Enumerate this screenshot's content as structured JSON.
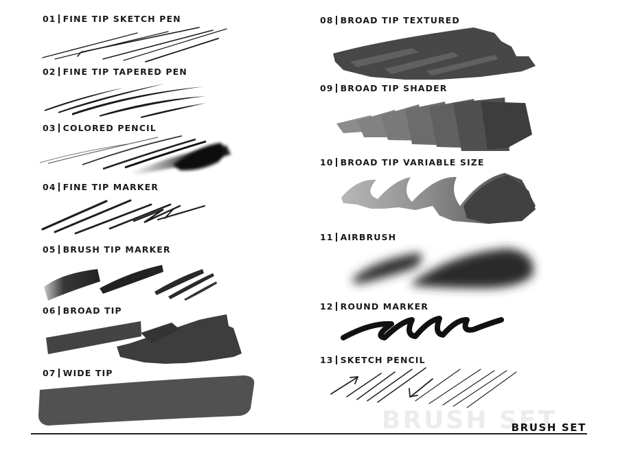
{
  "brushes": [
    {
      "num": "01",
      "name": "FINE TIP SKETCH PEN"
    },
    {
      "num": "02",
      "name": "FINE TIP TAPERED PEN"
    },
    {
      "num": "03",
      "name": "COLORED PENCIL"
    },
    {
      "num": "04",
      "name": "FINE TIP MARKER"
    },
    {
      "num": "05",
      "name": "BRUSH TIP MARKER"
    },
    {
      "num": "06",
      "name": "BROAD TIP"
    },
    {
      "num": "07",
      "name": "WIDE TIP"
    },
    {
      "num": "08",
      "name": "BROAD TIP TEXTURED"
    },
    {
      "num": "09",
      "name": "BROAD TIP SHADER"
    },
    {
      "num": "10",
      "name": "BROAD TIP VARIABLE SIZE"
    },
    {
      "num": "11",
      "name": "AIRBRUSH"
    },
    {
      "num": "12",
      "name": "ROUND MARKER"
    },
    {
      "num": "13",
      "name": "SKETCH PENCIL"
    }
  ],
  "footer": {
    "title": "BRUSH SET",
    "watermark": "BRUSH SET"
  },
  "colors": {
    "ink": "#1a1a1a",
    "dark_gray": "#4a4a4a",
    "mid_gray": "#7a7a7a",
    "light_gray": "#b0b0b0",
    "watermark": "#ececec"
  }
}
